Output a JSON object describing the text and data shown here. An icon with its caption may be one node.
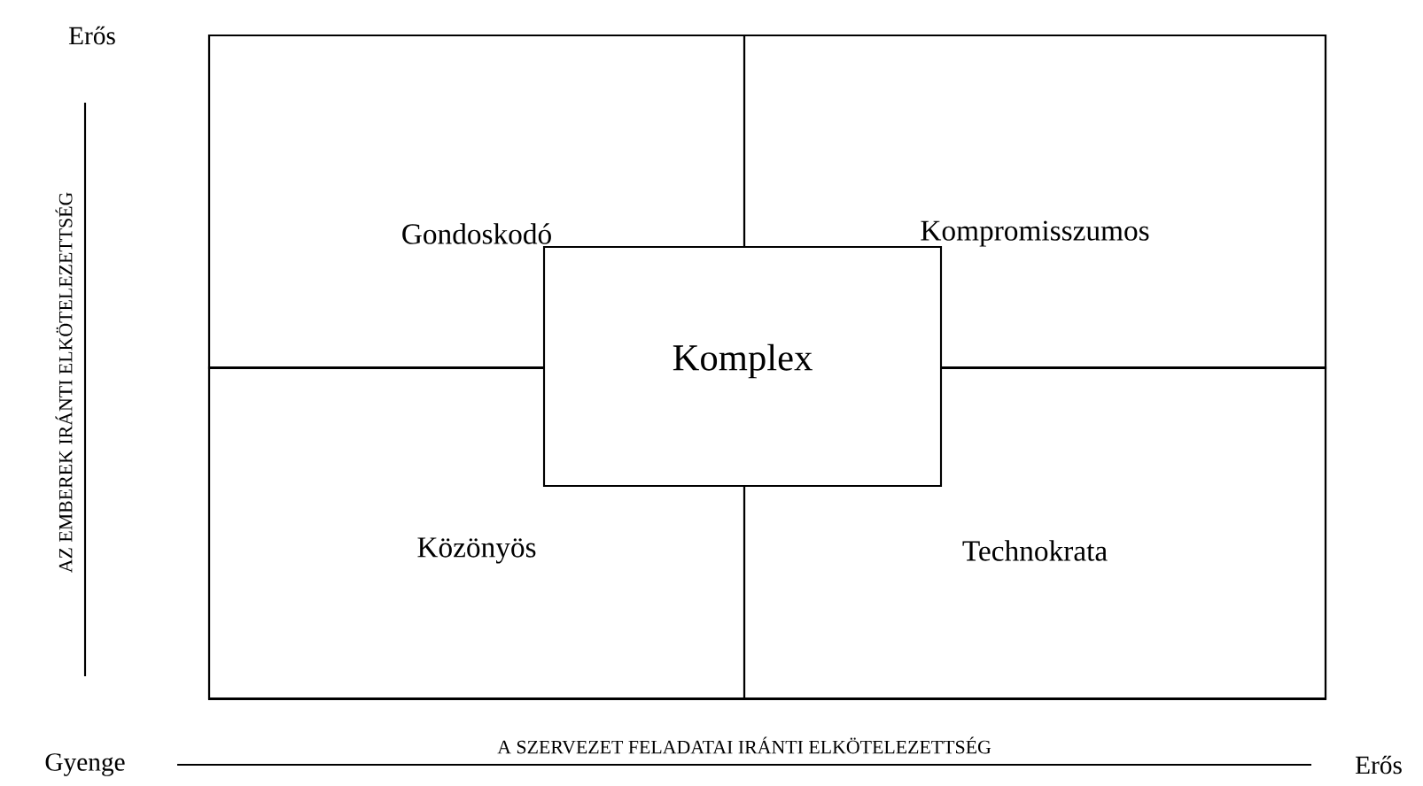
{
  "diagram": {
    "nodes": [
      {
        "text": [
          "Gondoskodó"
        ]
      },
      {
        "text": [
          "Kompromisszumos"
        ]
      },
      {
        "text": [
          "Közönyös"
        ]
      },
      {
        "text": [
          "Technokrata"
        ]
      },
      {
        "text": [
          "Komplex"
        ]
      }
    ],
    "labels": [
      "Erős",
      "AZ EMBEREK IRÁNTI ELKÖTELEZETTSÉG",
      "Gyenge",
      "A SZERVEZET FELADATAI IRÁNTI ELKÖTELEZETTSÉG",
      "Erős"
    ]
  }
}
